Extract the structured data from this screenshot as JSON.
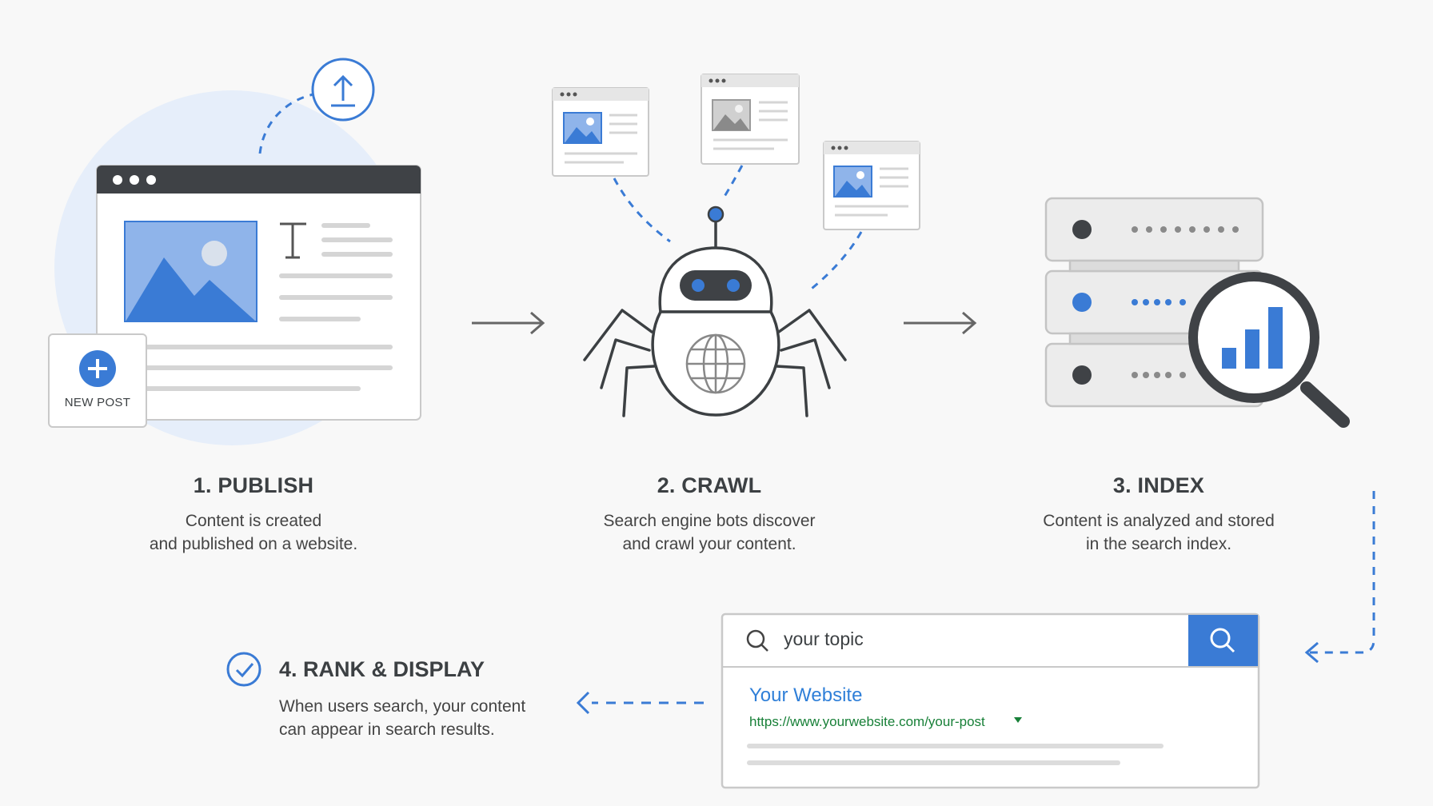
{
  "steps": [
    {
      "title": "1. PUBLISH",
      "desc_line1": "Content is created",
      "desc_line2": "and published on a website."
    },
    {
      "title": "2. CRAWL",
      "desc_line1": "Search engine bots discover",
      "desc_line2": "and crawl your content."
    },
    {
      "title": "3. INDEX",
      "desc_line1": "Content is analyzed and stored",
      "desc_line2": "in the search index."
    }
  ],
  "publish": {
    "new_post_label": "NEW POST"
  },
  "rank": {
    "title": "4. RANK & DISPLAY",
    "desc_line1": "When users search, your content",
    "desc_line2": "can appear in search results."
  },
  "search": {
    "query": "your topic",
    "result_title": "Your Website",
    "result_url": "https://www.yourwebsite.com/your-post"
  },
  "colors": {
    "accent": "#3a7bd5",
    "image_blue": "#8fb4ea",
    "dark": "#3c4043",
    "green": "#188038"
  }
}
